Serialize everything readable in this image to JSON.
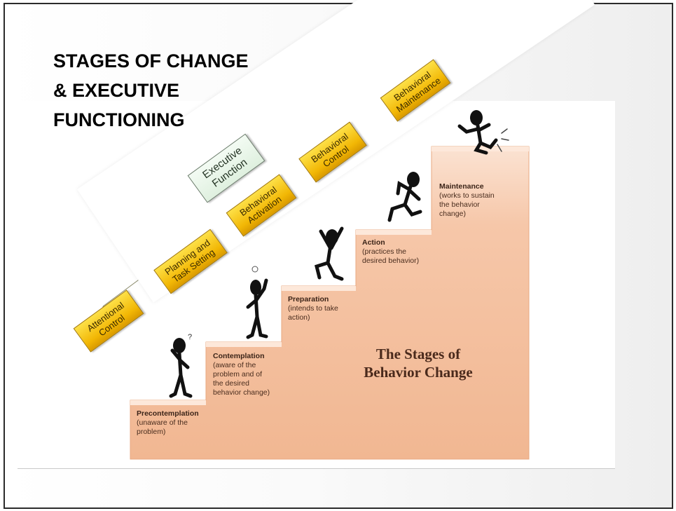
{
  "slide": {
    "title": "STAGES OF CHANGE\n& EXECUTIVE\nFUNCTIONING"
  },
  "executive_function": {
    "parent": "Executive\nFunction",
    "children": [
      "Attentional\nControl",
      "Planning and\nTask Setting",
      "Behavioral\nActivation",
      "Behavioral\nControl",
      "Behavioral\nMaintenance"
    ]
  },
  "stages_diagram": {
    "title": "The Stages of\nBehavior Change",
    "stages": [
      {
        "name": "Precontemplation",
        "description": "(unaware of the\nproblem)"
      },
      {
        "name": "Contemplation",
        "description": "(aware of the\nproblem and of\nthe desired\nbehavior change)"
      },
      {
        "name": "Preparation",
        "description": "(intends to take\naction)"
      },
      {
        "name": "Action",
        "description": "(practices the\ndesired behavior)"
      },
      {
        "name": "Maintenance",
        "description": "(works to sustain\nthe behavior\nchange)"
      }
    ]
  },
  "colors": {
    "step_fill": "#f6c5a6",
    "step_shade": "#fbe0cd",
    "box_fill": "#f5c10a",
    "parent_box_fill": "#e6f4e6",
    "figure": "#111111"
  }
}
